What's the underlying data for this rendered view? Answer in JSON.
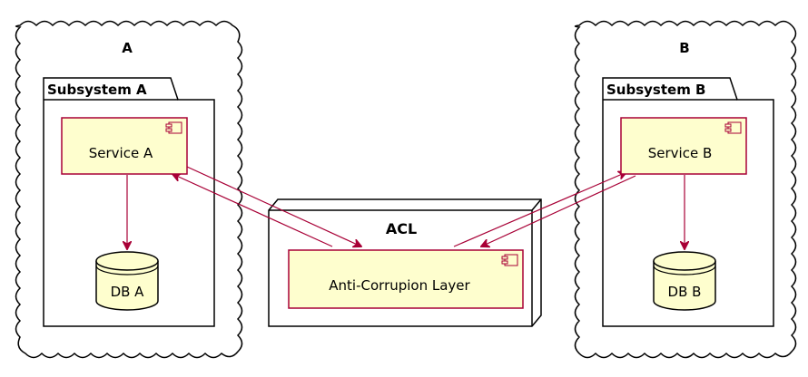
{
  "clouds": [
    {
      "id": "cloud-a",
      "label": "A"
    },
    {
      "id": "cloud-b",
      "label": "B"
    }
  ],
  "packages": [
    {
      "id": "subsystem-a",
      "label": "Subsystem A"
    },
    {
      "id": "subsystem-b",
      "label": "Subsystem B"
    }
  ],
  "node": {
    "label": "ACL"
  },
  "components": {
    "service_a": "Service A",
    "service_b": "Service B",
    "acl": "Anti-Corrupion Layer"
  },
  "databases": {
    "db_a": "DB A",
    "db_b": "DB B"
  },
  "edges": [
    {
      "from": "Service A",
      "to": "DB A"
    },
    {
      "from": "Service A",
      "to": "Anti-Corrupion Layer"
    },
    {
      "from": "Anti-Corrupion Layer",
      "to": "Service A"
    },
    {
      "from": "Service B",
      "to": "DB B"
    },
    {
      "from": "Anti-Corrupion Layer",
      "to": "Service B"
    },
    {
      "from": "Service B",
      "to": "Anti-Corrupion Layer"
    }
  ],
  "colors": {
    "component_fill": "#FEFECE",
    "component_border": "#A80036",
    "edge": "#A80036"
  }
}
